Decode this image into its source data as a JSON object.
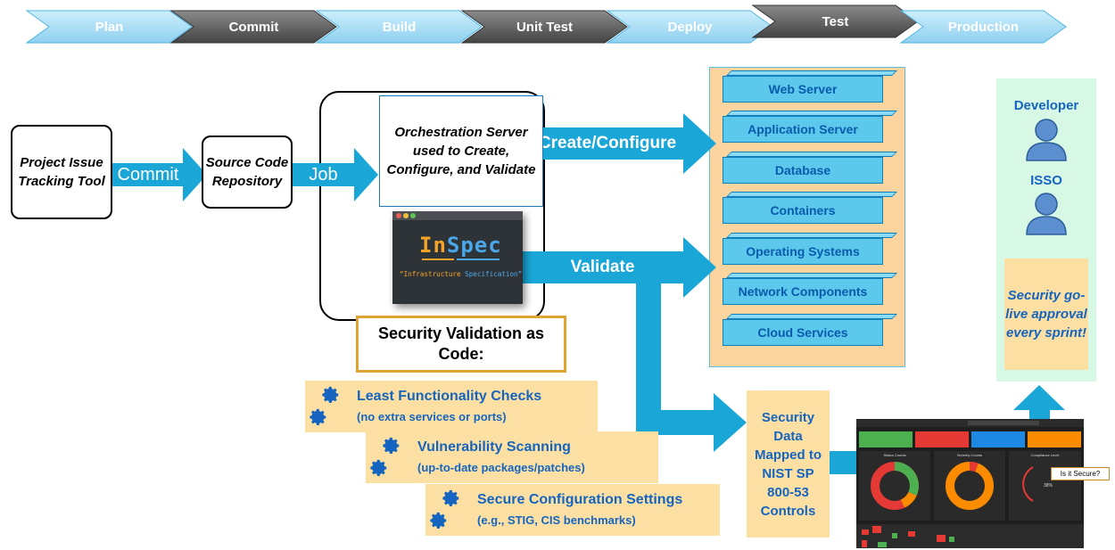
{
  "pipeline": [
    "Plan",
    "Commit",
    "Build",
    "Unit Test",
    "Deploy",
    "Test",
    "Production"
  ],
  "boxes": {
    "tracking": "Project Issue Tracking Tool",
    "repo": "Source Code Repository",
    "orchestration": "Orchestration Server used to Create, Configure, and Validate"
  },
  "arrows": {
    "commit": "Commit",
    "job": "Job",
    "create": "Create/Configure",
    "validate": "Validate"
  },
  "inspec": {
    "logo_in": "In",
    "logo_spec": "Spec",
    "tag_open": "“Infrastructure",
    "tag_close": "Specification”"
  },
  "targets": [
    "Web Server",
    "Application Server",
    "Database",
    "Containers",
    "Operating Systems",
    "Network Components",
    "Cloud Services"
  ],
  "roles": {
    "developer": "Developer",
    "isso": "ISSO",
    "approval": "Security go-live approval every sprint!"
  },
  "svac": "Security Validation as Code:",
  "checks": [
    {
      "title": "Least Functionality Checks",
      "sub": "(no extra services or ports)"
    },
    {
      "title": "Vulnerability Scanning",
      "sub": "(up-to-date packages/patches)"
    },
    {
      "title": "Secure Configuration Settings",
      "sub": "(e.g., STIG, CIS benchmarks)"
    }
  ],
  "nist": "Security Data Mapped to NIST SP 800-53 Controls",
  "dashboard": {
    "callout": "Is it Secure?",
    "panels": [
      "Status Counts",
      "Severity Counts",
      "Compliance Level"
    ],
    "compliance": "38%"
  },
  "colors": {
    "pipeline_light": "#a9dcf3",
    "pipeline_dark": "#5e5e5e",
    "arrow": "#1aa7d8",
    "server": "#5bc8ec",
    "server_text": "#0a5bab",
    "orange_panel": "#fbd4a0",
    "green_panel": "#d8f8e6",
    "check_bg": "#fce0a3",
    "check_text": "#1565c0",
    "person": "#5b8fcf"
  }
}
